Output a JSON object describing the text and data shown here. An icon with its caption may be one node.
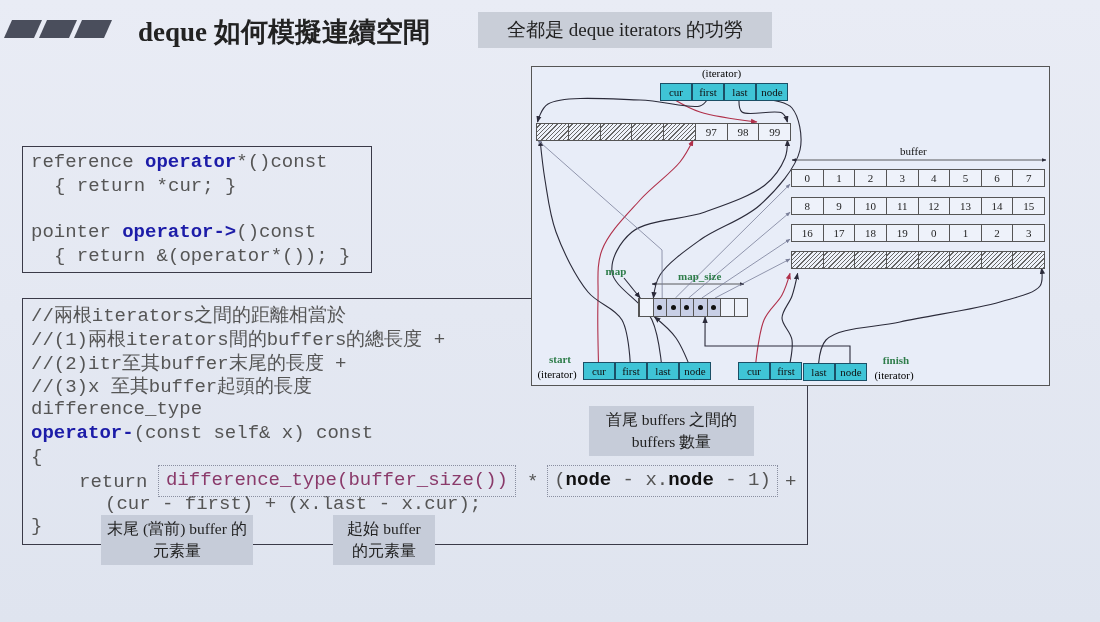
{
  "diagram": {
    "title": "deque 如何模擬連續空間",
    "nodes": [
      {
        "text": [
          "全都是 deque iterators 的功勞"
        ]
      },
      {
        "text": [
          "reference **operator***()const",
          "{ return *cur; }",
          "pointer **operator->**()const",
          "{ return &(operator*()); }"
        ]
      },
      {
        "text": [
          "//兩根iterators之間的距離相當於",
          "//(1)兩根iterators間的buffers的總長度 +",
          "//(2)itr至其buffer末尾的長度 +",
          "//(3)x 至其buffer起頭的長度",
          "difference_type",
          "**operator-**(const self& x) const",
          "{",
          "return",
          "*",
          "+",
          "(cur - first) + (x.last - x.cur);",
          "}"
        ]
      },
      {
        "text": [
          "difference_type(buffer_size())"
        ],
        "in": 2
      },
      {
        "text": [
          "(**node** - x.**node** - 1)"
        ],
        "in": 2
      },
      {
        "text": [
          "首尾 buffers 之間的 buffers 數量"
        ],
        "in": 2
      },
      {
        "text": [
          "末尾 (當前) buffer 的元素量"
        ]
      },
      {
        "text": [
          "起始 buffer 的元素量"
        ]
      },
      {
        "text": [],
        "shape": "box"
      },
      {
        "text": [
          "(iterator)"
        ],
        "in": 8
      },
      {
        "text": [
          "cur"
        ],
        "in": 9
      },
      {
        "text": [
          "first"
        ],
        "in": 9
      },
      {
        "text": [
          "last"
        ],
        "in": 9
      },
      {
        "text": [
          "node"
        ],
        "in": 9
      },
      {
        "text": [
          "97",
          "98",
          "99"
        ],
        "in": 8
      },
      {
        "text": [
          "0",
          "1",
          "2",
          "3",
          "4",
          "5",
          "6",
          "7"
        ],
        "in": 8
      },
      {
        "text": [
          "8",
          "9",
          "10",
          "11",
          "12",
          "13",
          "14",
          "15"
        ],
        "in": 8
      },
      {
        "text": [
          "16",
          "17",
          "18",
          "19",
          "0",
          "1",
          "2",
          "3"
        ],
        "in": 8
      },
      {
        "text": [],
        "shape": "bar",
        "in": 8
      },
      {
        "text": [
          "map"
        ],
        "in": 8
      },
      {
        "text": [],
        "shape": "bar"
      },
      {
        "text": [
          "start",
          "(iterator)"
        ]
      },
      {
        "text": [
          "cur"
        ]
      },
      {
        "text": [
          "first"
        ]
      },
      {
        "text": [
          "last"
        ]
      },
      {
        "text": [
          "node"
        ]
      },
      {
        "text": [
          "finish",
          "(iterator)"
        ],
        "in": 8
      },
      {
        "text": [
          "cur"
        ]
      },
      {
        "text": [
          "first"
        ]
      },
      {
        "text": [
          "last"
        ],
        "in": 26
      },
      {
        "text": [
          "node"
        ],
        "in": 26
      }
    ],
    "edges": [
      {
        "from": 10,
        "to": 14,
        "arrow": "to",
        "color": "#b0304a"
      },
      {
        "from": 11,
        "to": 14,
        "arrow": "to"
      },
      {
        "from": 12,
        "to": 14,
        "arrow": "to"
      },
      {
        "from": 13,
        "to": 20,
        "arrow": "to"
      },
      {
        "from": 22,
        "to": 14,
        "arrow": "to",
        "color": "#b0304a"
      },
      {
        "from": 23,
        "to": 14,
        "arrow": "to"
      },
      {
        "from": 24,
        "to": 14,
        "arrow": "to"
      },
      {
        "from": 25,
        "to": 20,
        "arrow": "to"
      },
      {
        "from": 27,
        "to": 18,
        "arrow": "to",
        "color": "#b0304a"
      },
      {
        "from": 28,
        "to": 18,
        "arrow": "to"
      },
      {
        "from": 29,
        "to": 18,
        "arrow": "to"
      },
      {
        "from": 30,
        "to": 20,
        "arrow": "to"
      },
      {
        "from": 19,
        "to": 20,
        "arrow": "to"
      },
      {
        "from": 20,
        "to": 14,
        "arrow": "to",
        "color": "#7a7f99"
      },
      {
        "from": 20,
        "to": 15,
        "arrow": "to",
        "color": "#7a7f99"
      },
      {
        "from": 20,
        "to": 16,
        "arrow": "to",
        "color": "#7a7f99"
      },
      {
        "from": 20,
        "to": 17,
        "arrow": "to",
        "color": "#7a7f99"
      },
      {
        "from": 20,
        "to": 18,
        "arrow": "to",
        "color": "#7a7f99"
      }
    ],
    "labels": [
      "buffer",
      "map_size"
    ]
  }
}
